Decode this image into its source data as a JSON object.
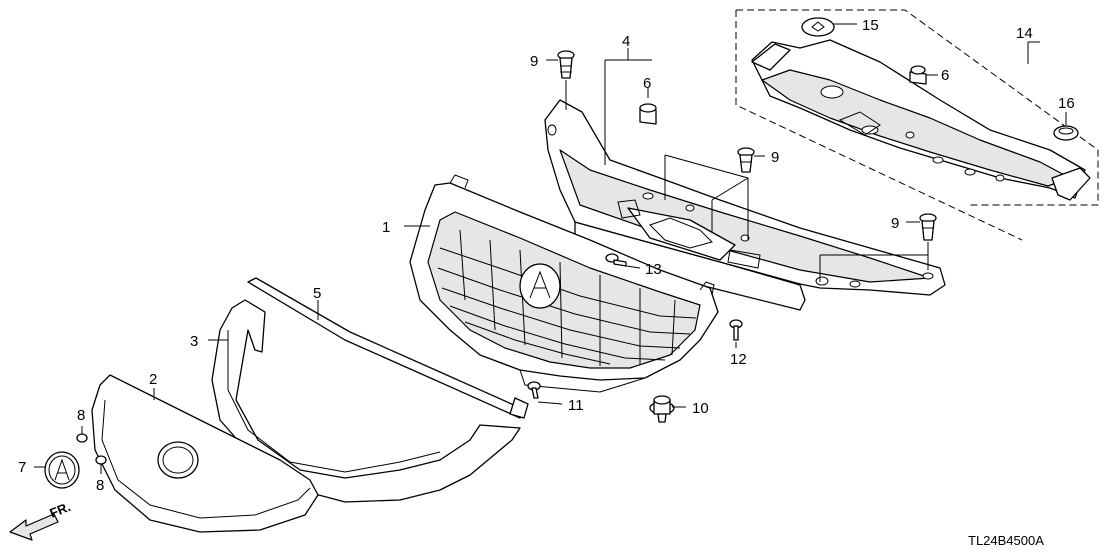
{
  "diagram": {
    "drawing_code": "TL24B4500A",
    "front_arrow_label": "FR.",
    "callouts": {
      "c1": "1",
      "c2": "2",
      "c3": "3",
      "c4": "4",
      "c5": "5",
      "c6a": "6",
      "c6b": "6",
      "c7": "7",
      "c8a": "8",
      "c8b": "8",
      "c9a": "9",
      "c9b": "9",
      "c9c": "9",
      "c10": "10",
      "c11": "11",
      "c12": "12",
      "c13": "13",
      "c14": "14",
      "c15": "15",
      "c16": "16"
    }
  },
  "colors": {
    "line": "#000000",
    "background": "#ffffff",
    "shade": "#e6e6e6"
  }
}
